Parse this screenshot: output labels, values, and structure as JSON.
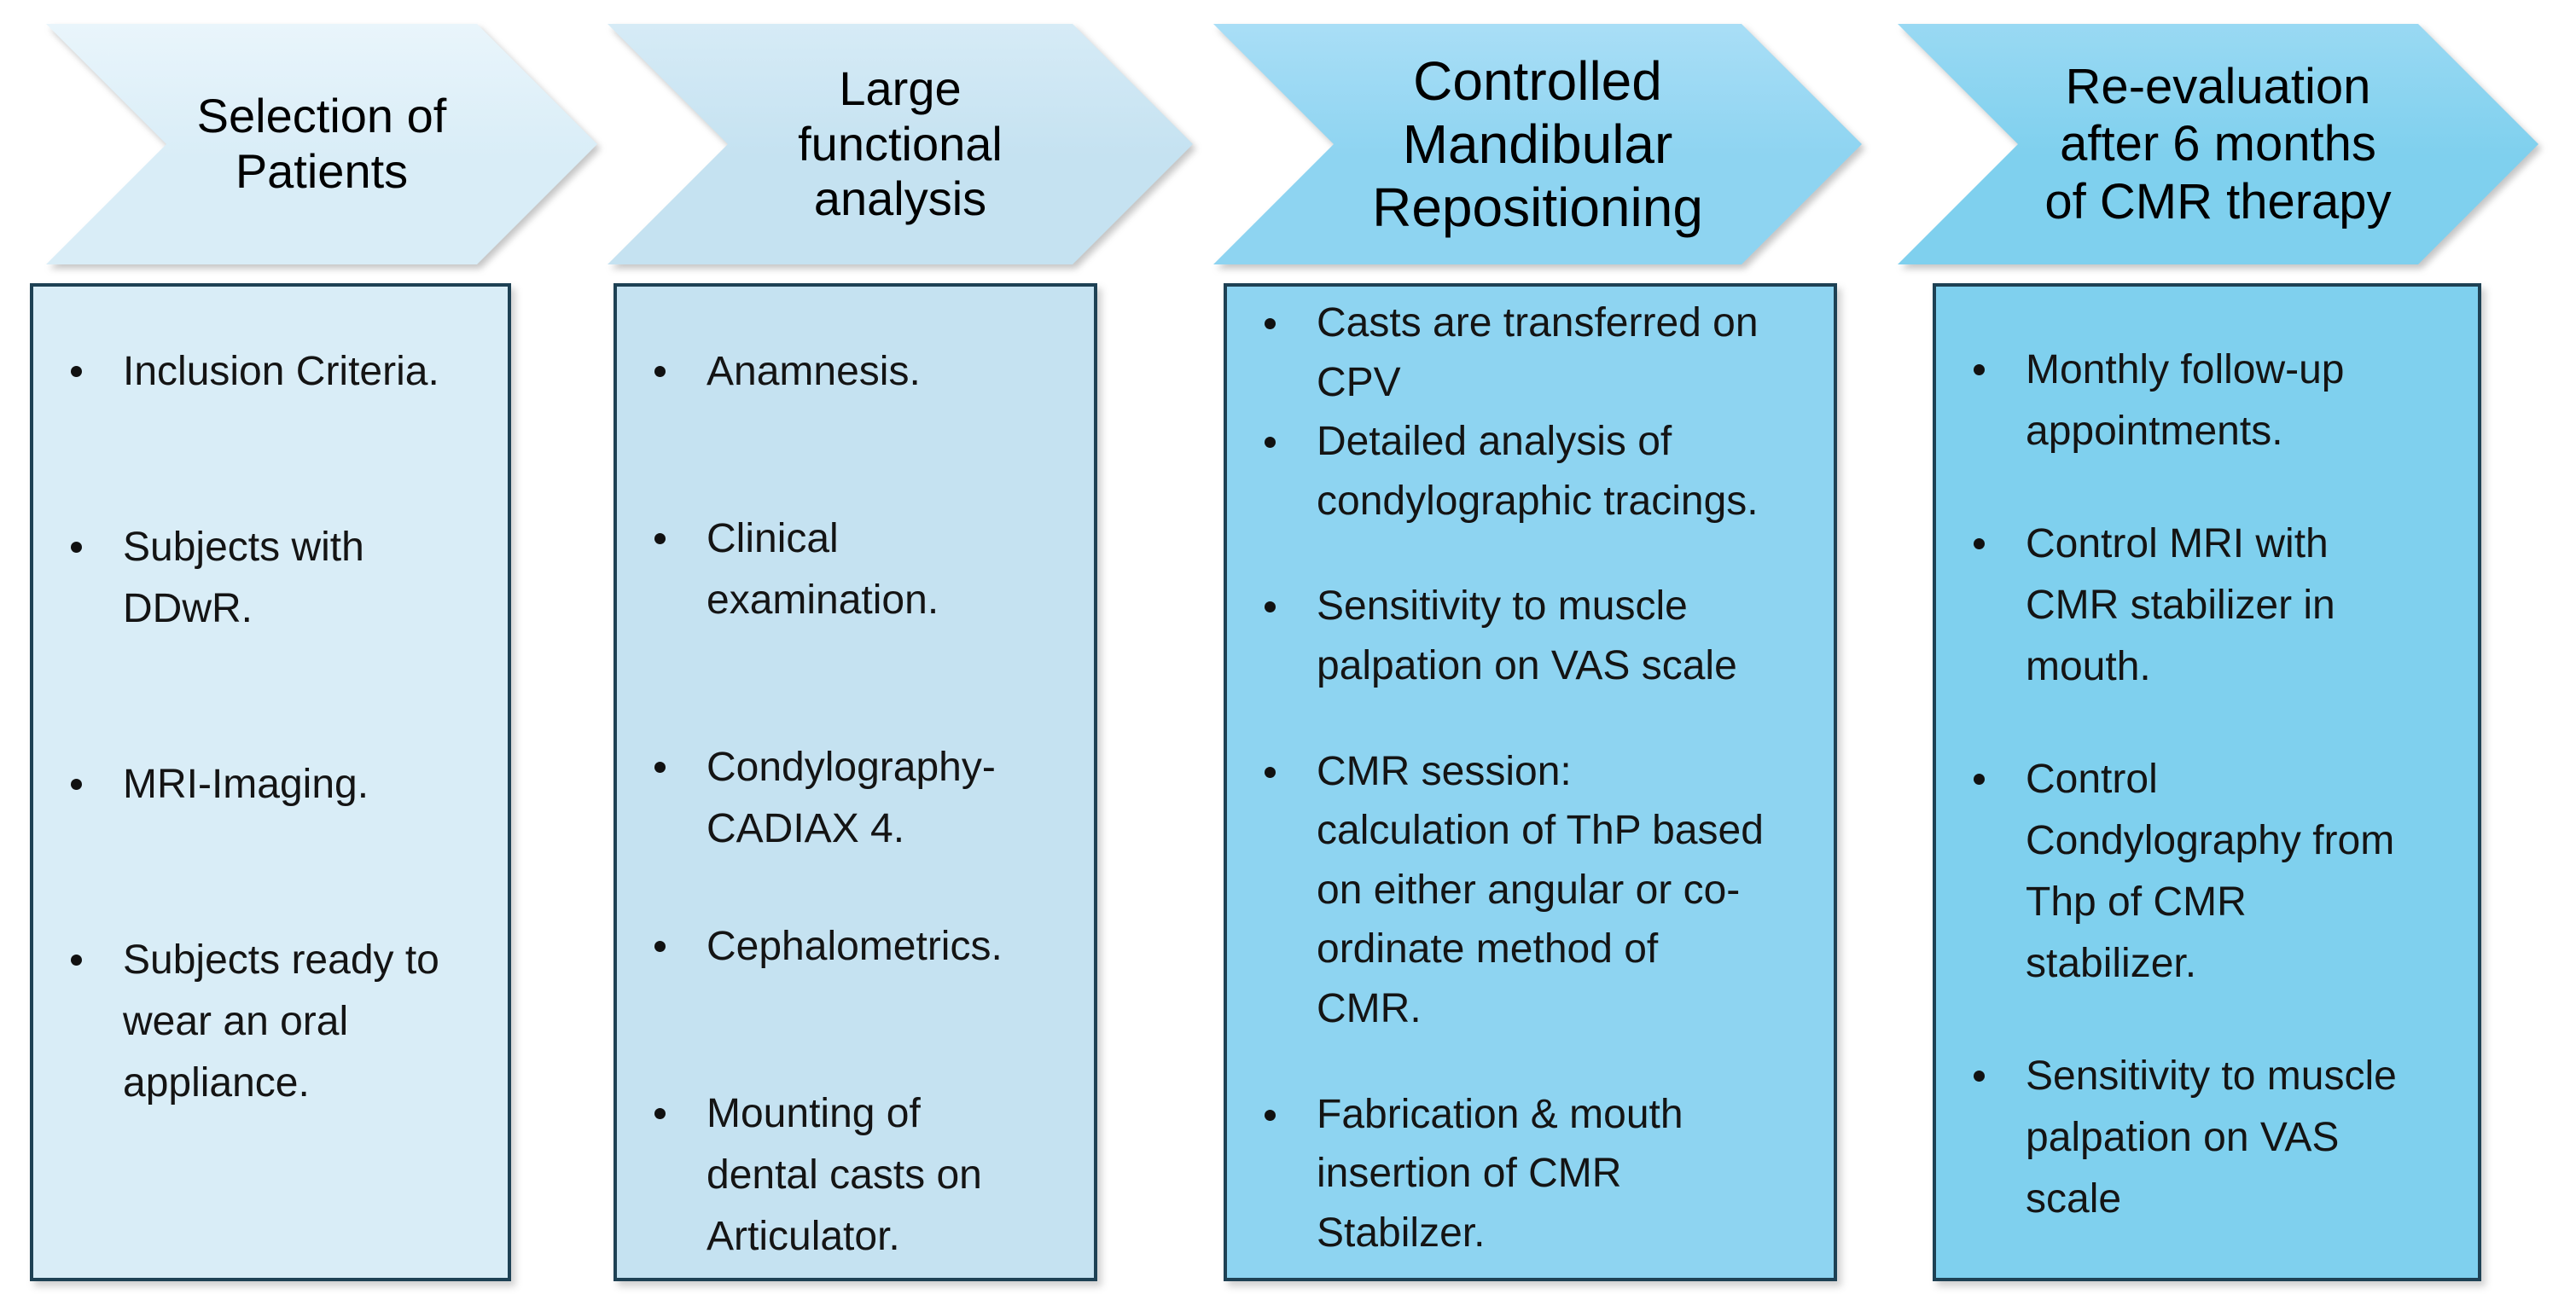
{
  "diagram": {
    "stages": [
      {
        "header": "Selection of\nPatients",
        "fill": "#d9edf7",
        "items": [
          "Inclusion Criteria.",
          "Subjects with\nDDwR.",
          "MRI-Imaging.",
          "Subjects ready to\nwear an oral\nappliance."
        ]
      },
      {
        "header": "Large\nfunctional\nanalysis",
        "fill": "#c5e2f1",
        "items": [
          "Anamnesis.",
          "Clinical\nexamination.",
          "Condylography-\nCADIAX 4.",
          "Cephalometrics.",
          "Mounting of\ndental casts on\nArticulator."
        ]
      },
      {
        "header": "Controlled\nMandibular\nRepositioning",
        "fill": "#8ed4f1",
        "items": [
          "Casts are transferred on\nCPV",
          "Detailed analysis of\ncondylographic tracings.",
          "Sensitivity to muscle\npalpation on VAS scale",
          "CMR session:\ncalculation of ThP based\non either angular or co-\nordinate method of\nCMR.",
          "Fabrication & mouth\ninsertion of CMR\nStabilzer."
        ]
      },
      {
        "header": "Re-evaluation\nafter 6 months\nof CMR therapy",
        "fill": "#7fd0ee",
        "items": [
          "Monthly follow-up\nappointments.",
          "Control MRI with\nCMR stabilizer in\nmouth.",
          "Control\nCondylography from\nThp of CMR\nstabilizer.",
          "Sensitivity to muscle\npalpation on VAS\nscale"
        ]
      }
    ],
    "colors": {
      "box_border": "#1e4154",
      "text": "#141414",
      "background": "#ffffff"
    },
    "bullet_glyph": "•"
  }
}
